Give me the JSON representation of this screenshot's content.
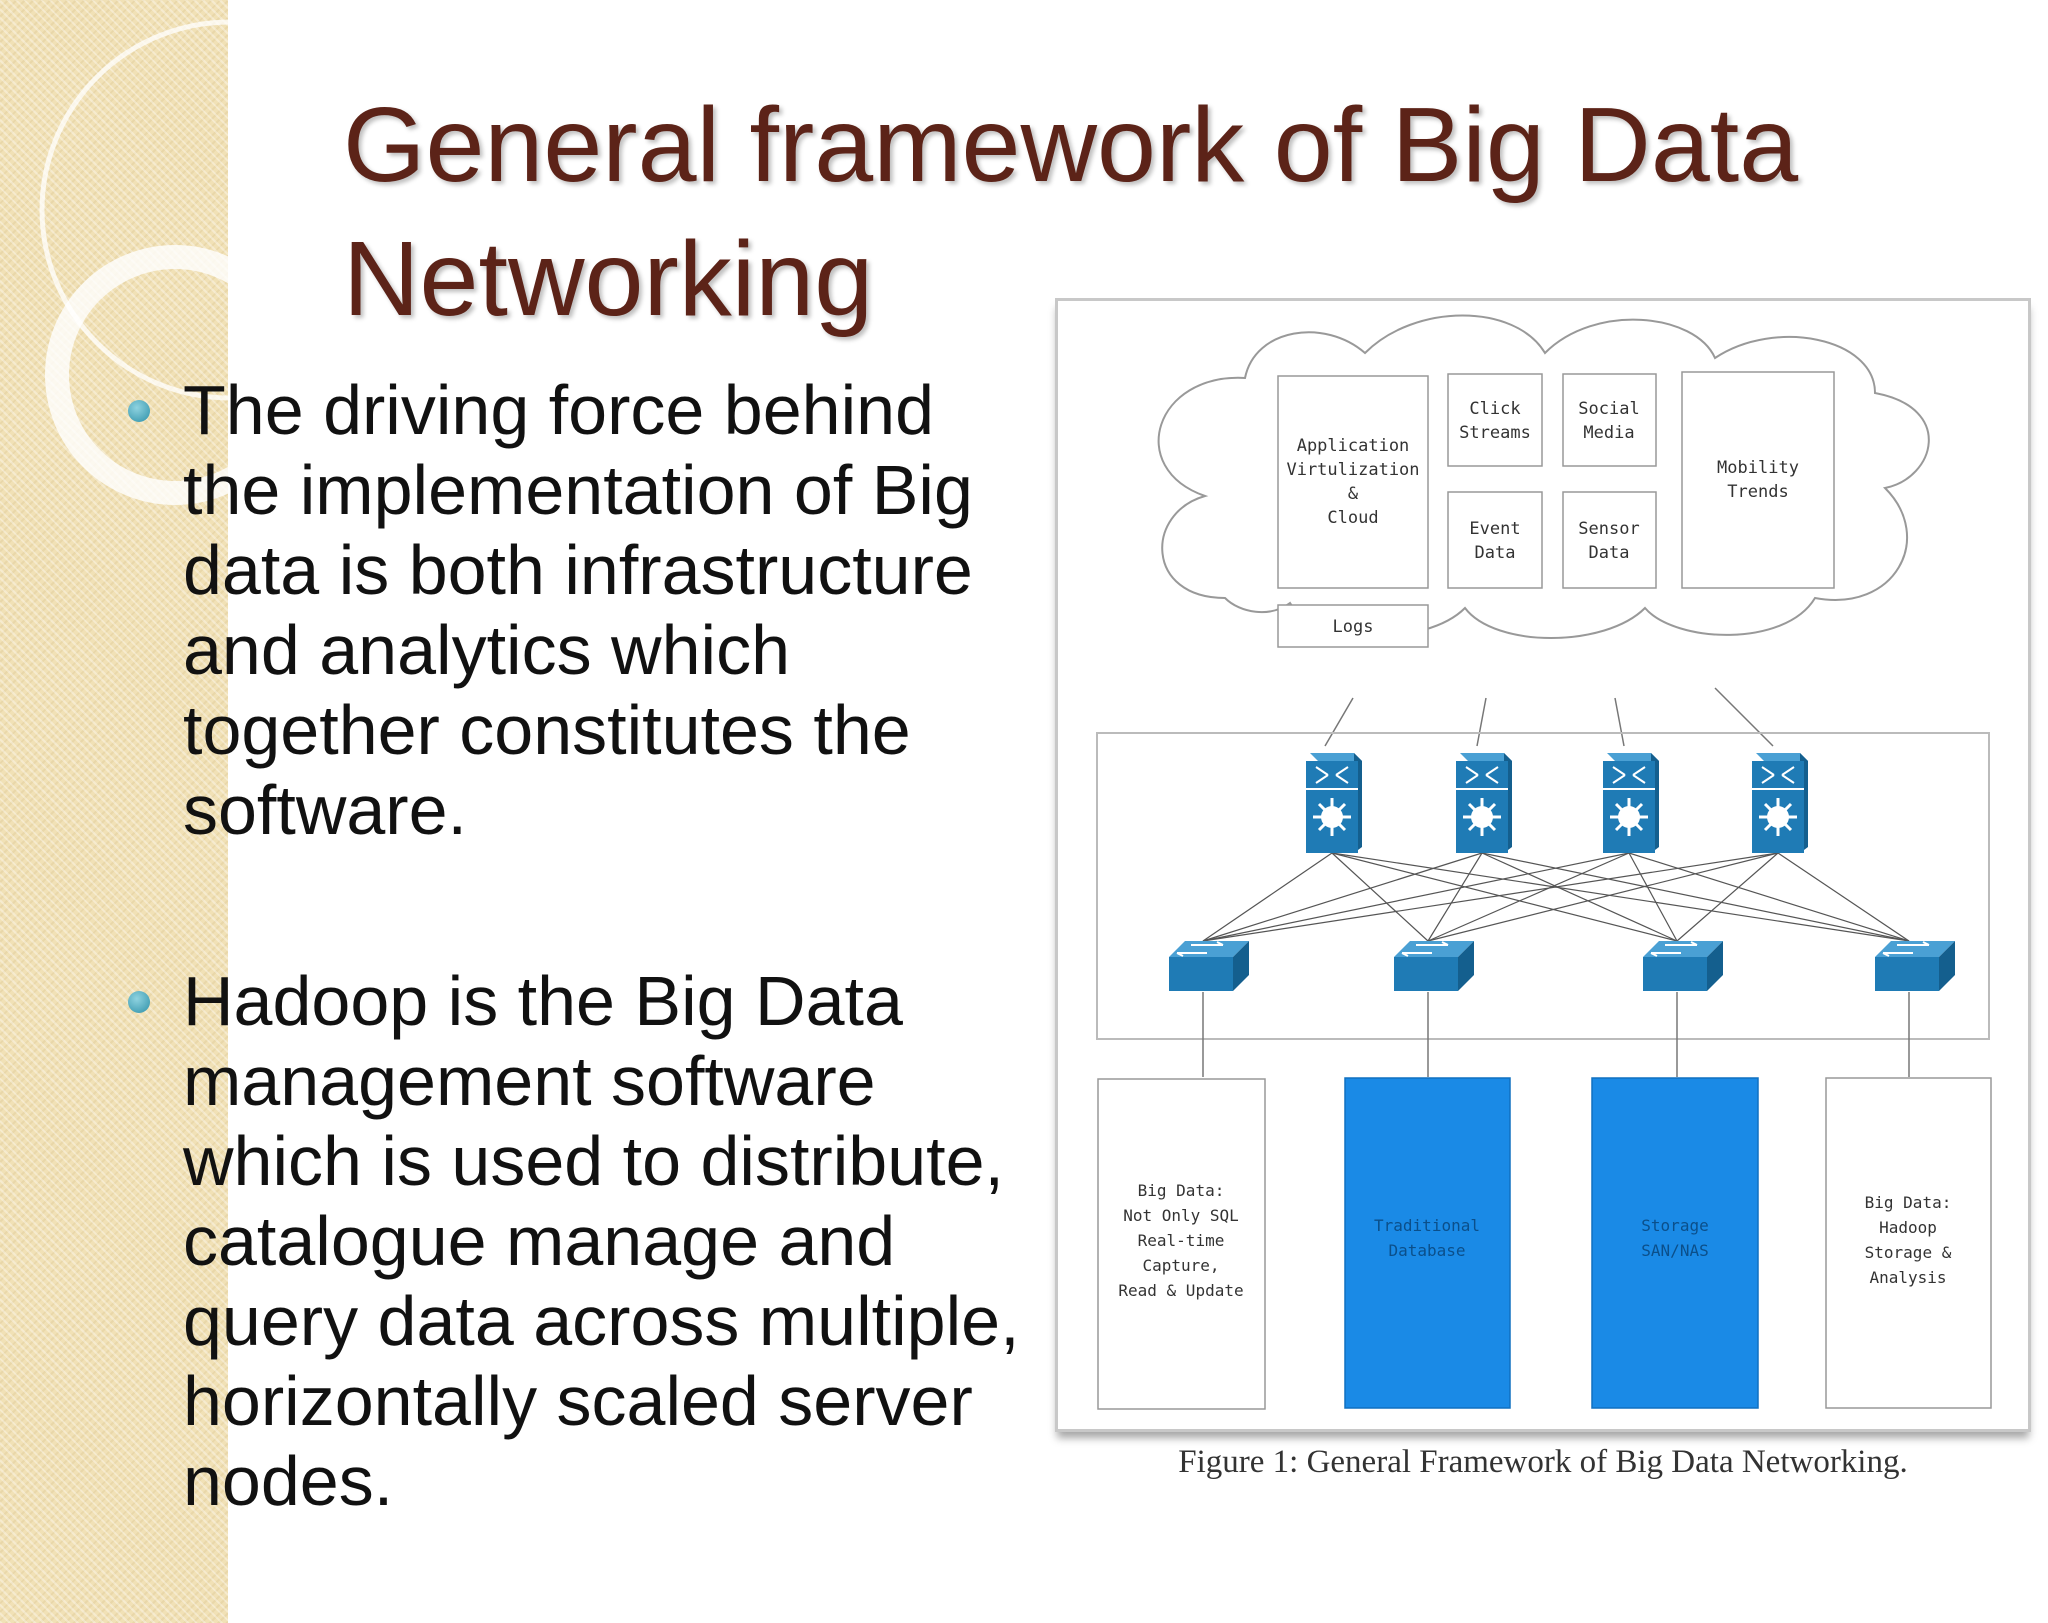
{
  "slide": {
    "title": "General framework of Big Data Networking",
    "bullets": [
      "The driving force behind the implementation of Big data is both infrastructure and analytics which together constitutes the software.",
      "Hadoop is the Big Data management software which is used to distribute, catalogue manage and query data across multiple, horizontally scaled server nodes."
    ]
  },
  "figure": {
    "caption": "Figure 1: General Framework of Big Data Networking.",
    "cloud_boxes": {
      "app": [
        "Application",
        "Virtulization",
        "&",
        "Cloud"
      ],
      "click": [
        "Click",
        "Streams"
      ],
      "social": [
        "Social",
        "Media"
      ],
      "event": [
        "Event",
        "Data"
      ],
      "sensor": [
        "Sensor",
        "Data"
      ],
      "mobility": [
        "Mobility",
        "Trends"
      ],
      "logs": [
        "Logs"
      ]
    },
    "storage_boxes": {
      "nosql": [
        "Big Data:",
        "Not Only SQL",
        "Real-time",
        "Capture,",
        "Read & Update"
      ],
      "traditional": [
        "Traditional",
        "Database"
      ],
      "storage": [
        "Storage",
        "SAN/NAS"
      ],
      "hadoop": [
        "Big Data:",
        "Hadoop",
        "Storage &",
        "Analysis"
      ]
    },
    "colors": {
      "device": "#1f7bb5",
      "highlight": "#1a8ae6",
      "title": "#5c2318"
    }
  }
}
